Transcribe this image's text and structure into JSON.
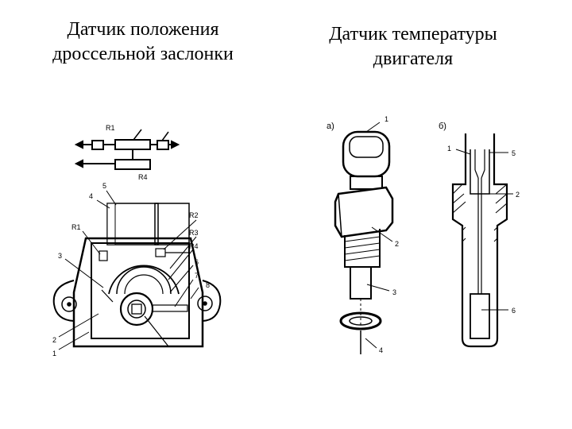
{
  "titles": {
    "left": [
      "Датчик положения",
      "дроссельной заслонки"
    ],
    "right": [
      "Датчик температуры",
      "двигателя"
    ]
  },
  "left_diagram": {
    "labels": [
      "R1",
      "R4",
      "5",
      "4",
      "R2",
      "R1",
      "R3",
      "R4",
      "3",
      "6",
      "7",
      "8",
      "2",
      "1"
    ]
  },
  "right_diagram": {
    "panel_a": {
      "tag": "а)",
      "labels": [
        "1",
        "2",
        "3",
        "4"
      ]
    },
    "panel_b": {
      "tag": "б)",
      "labels": [
        "1",
        "5",
        "2",
        "6"
      ]
    }
  }
}
